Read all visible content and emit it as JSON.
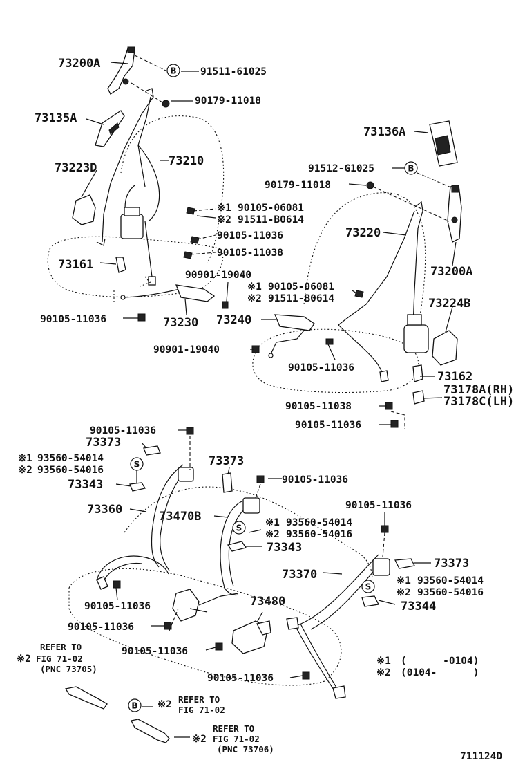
{
  "labels": {
    "p73200A_top": "73200A",
    "b_61025": "91511-61025",
    "p90179_a": "90179-11018",
    "p73135A": "73135A",
    "p73136A": "73136A",
    "p73223D": "73223D",
    "p73210": "73210",
    "p91512": "91512-G1025",
    "p90179_b": "90179-11018",
    "p90105_06081_a": "90105-06081",
    "p91511_b0614_a": "91511-B0614",
    "p90105_11036_a": "90105-11036",
    "p90105_11038_a": "90105-11038",
    "p73220": "73220",
    "p73200A_right": "73200A",
    "p73161": "73161",
    "p90901_a": "90901-19040",
    "p90105_06081_b": "90105-06081",
    "p91511_b0614_b": "91511-B0614",
    "p73224B": "73224B",
    "p90105_11036_b": "90105-11036",
    "p73230": "73230",
    "p73240": "73240",
    "p90901_b": "90901-19040",
    "p90105_11036_c": "90105-11036",
    "p73162": "73162",
    "p73178A": "73178A(RH)",
    "p73178C": "73178C(LH)",
    "p90105_11038_b": "90105-11038",
    "p90105_11036_d": "90105-11036",
    "p90105_11036_e": "90105-11036",
    "p73373_a": "73373",
    "p93560_54014_a": "93560-54014",
    "p93560_54016_a": "93560-54016",
    "p73373_b": "73373",
    "p73343_a": "73343",
    "p90105_11036_f": "90105-11036",
    "p73360": "73360",
    "p73470B": "73470B",
    "p93560_54014_b": "93560-54014",
    "p93560_54016_b": "93560-54016",
    "p90105_11036_g": "90105-11036",
    "p73343_b": "73343",
    "p73373_c": "73373",
    "p73370": "73370",
    "p93560_54014_c": "93560-54014",
    "p93560_54016_c": "93560-54016",
    "p90105_11036_h": "90105-11036",
    "p73344": "73344",
    "p73480": "73480",
    "p90105_11036_i": "90105-11036",
    "p90105_11036_j": "90105-11036",
    "p90105_11036_k": "90105-11036",
    "refer1_l1": "REFER TO",
    "refer1_l2": "FIG 71-02",
    "refer1_l3": "(PNC 73705)",
    "refer2_l1": "REFER TO",
    "refer2_l2": "FIG 71-02",
    "refer3_l1": "REFER TO",
    "refer3_l2": "FIG 71-02",
    "refer3_l3": "(PNC 73706)",
    "legend1": "(      -0104)",
    "legend2": "(0104-      )",
    "figure_number": "711124D"
  },
  "markers": {
    "note1": "※1",
    "note2": "※2",
    "circle_b": "B",
    "circle_s": "S"
  }
}
